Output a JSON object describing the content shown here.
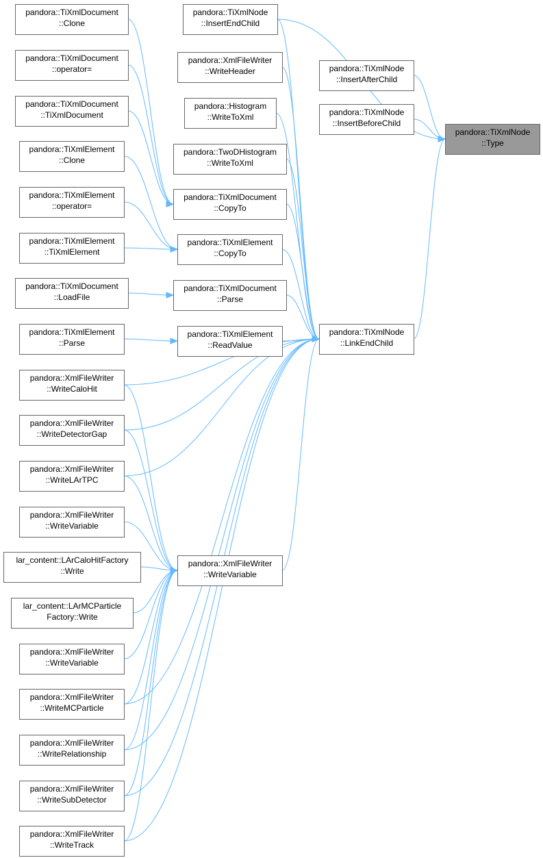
{
  "graph": {
    "colors": {
      "edge": "#63b8ff",
      "focus_fill": "#999999",
      "node_border": "#666666"
    },
    "nodes": [
      {
        "id": "type",
        "lines": [
          "pandora::TiXmlNode",
          "::Type"
        ],
        "focus": true
      },
      {
        "id": "insertEndChild",
        "lines": [
          "pandora::TiXmlNode",
          "::InsertEndChild"
        ]
      },
      {
        "id": "insertAfterChild",
        "lines": [
          "pandora::TiXmlNode",
          "::InsertAfterChild"
        ]
      },
      {
        "id": "insertBeforeChild",
        "lines": [
          "pandora::TiXmlNode",
          "::InsertBeforeChild"
        ]
      },
      {
        "id": "linkEndChild",
        "lines": [
          "pandora::TiXmlNode",
          "::LinkEndChild"
        ]
      },
      {
        "id": "docClone",
        "lines": [
          "pandora::TiXmlDocument",
          "::Clone"
        ]
      },
      {
        "id": "docOperator",
        "lines": [
          "pandora::TiXmlDocument",
          "::operator="
        ]
      },
      {
        "id": "docCtor",
        "lines": [
          "pandora::TiXmlDocument",
          "::TiXmlDocument"
        ]
      },
      {
        "id": "elClone",
        "lines": [
          "pandora::TiXmlElement",
          "::Clone"
        ]
      },
      {
        "id": "elOperator",
        "lines": [
          "pandora::TiXmlElement",
          "::operator="
        ]
      },
      {
        "id": "elCtor",
        "lines": [
          "pandora::TiXmlElement",
          "::TiXmlElement"
        ]
      },
      {
        "id": "docLoadFile",
        "lines": [
          "pandora::TiXmlDocument",
          "::LoadFile"
        ]
      },
      {
        "id": "elParse",
        "lines": [
          "pandora::TiXmlElement",
          "::Parse"
        ]
      },
      {
        "id": "writeHeader",
        "lines": [
          "pandora::XmlFileWriter",
          "::WriteHeader"
        ]
      },
      {
        "id": "histWriteToXml",
        "lines": [
          "pandora::Histogram",
          "::WriteToXml"
        ]
      },
      {
        "id": "twoDHistWriteToXml",
        "lines": [
          "pandora::TwoDHistogram",
          "::WriteToXml"
        ]
      },
      {
        "id": "docCopyTo",
        "lines": [
          "pandora::TiXmlDocument",
          "::CopyTo"
        ]
      },
      {
        "id": "elCopyTo",
        "lines": [
          "pandora::TiXmlElement",
          "::CopyTo"
        ]
      },
      {
        "id": "docParse",
        "lines": [
          "pandora::TiXmlDocument",
          "::Parse"
        ]
      },
      {
        "id": "elReadValue",
        "lines": [
          "pandora::TiXmlElement",
          "::ReadValue"
        ]
      },
      {
        "id": "writeCaloHit",
        "lines": [
          "pandora::XmlFileWriter",
          "::WriteCaloHit"
        ]
      },
      {
        "id": "writeDetectorGap",
        "lines": [
          "pandora::XmlFileWriter",
          "::WriteDetectorGap"
        ]
      },
      {
        "id": "writeLArTPC",
        "lines": [
          "pandora::XmlFileWriter",
          "::WriteLArTPC"
        ]
      },
      {
        "id": "writeVariableA",
        "lines": [
          "pandora::XmlFileWriter",
          "::WriteVariable"
        ]
      },
      {
        "id": "larCaloWrite",
        "lines": [
          "lar_content::LArCaloHitFactory",
          "::Write"
        ]
      },
      {
        "id": "larMCWrite",
        "lines": [
          "lar_content::LArMCParticle",
          "Factory::Write"
        ]
      },
      {
        "id": "writeVariableB",
        "lines": [
          "pandora::XmlFileWriter",
          "::WriteVariable"
        ]
      },
      {
        "id": "writeMCParticle",
        "lines": [
          "pandora::XmlFileWriter",
          "::WriteMCParticle"
        ]
      },
      {
        "id": "writeRelationship",
        "lines": [
          "pandora::XmlFileWriter",
          "::WriteRelationship"
        ]
      },
      {
        "id": "writeSubDetector",
        "lines": [
          "pandora::XmlFileWriter",
          "::WriteSubDetector"
        ]
      },
      {
        "id": "writeTrack",
        "lines": [
          "pandora::XmlFileWriter",
          "::WriteTrack"
        ]
      },
      {
        "id": "writeVariableMid",
        "lines": [
          "pandora::XmlFileWriter",
          "::WriteVariable"
        ]
      }
    ],
    "edges": [
      [
        "insertEndChild",
        "type"
      ],
      [
        "insertAfterChild",
        "type"
      ],
      [
        "insertBeforeChild",
        "type"
      ],
      [
        "linkEndChild",
        "type"
      ],
      [
        "docClone",
        "docCopyTo"
      ],
      [
        "docOperator",
        "docCopyTo"
      ],
      [
        "docCtor",
        "docCopyTo"
      ],
      [
        "elClone",
        "elCopyTo"
      ],
      [
        "elOperator",
        "elCopyTo"
      ],
      [
        "elCtor",
        "elCopyTo"
      ],
      [
        "docLoadFile",
        "docParse"
      ],
      [
        "elParse",
        "elReadValue"
      ],
      [
        "insertEndChild",
        "linkEndChild"
      ],
      [
        "writeHeader",
        "linkEndChild"
      ],
      [
        "histWriteToXml",
        "linkEndChild"
      ],
      [
        "twoDHistWriteToXml",
        "linkEndChild"
      ],
      [
        "docCopyTo",
        "linkEndChild"
      ],
      [
        "elCopyTo",
        "linkEndChild"
      ],
      [
        "docParse",
        "linkEndChild"
      ],
      [
        "elReadValue",
        "linkEndChild"
      ],
      [
        "writeCaloHit",
        "linkEndChild"
      ],
      [
        "writeDetectorGap",
        "linkEndChild"
      ],
      [
        "writeLArTPC",
        "linkEndChild"
      ],
      [
        "writeVariableMid",
        "linkEndChild"
      ],
      [
        "writeMCParticle",
        "linkEndChild"
      ],
      [
        "writeRelationship",
        "linkEndChild"
      ],
      [
        "writeSubDetector",
        "linkEndChild"
      ],
      [
        "writeTrack",
        "linkEndChild"
      ],
      [
        "writeCaloHit",
        "writeVariableMid"
      ],
      [
        "writeDetectorGap",
        "writeVariableMid"
      ],
      [
        "writeLArTPC",
        "writeVariableMid"
      ],
      [
        "writeVariableA",
        "writeVariableMid"
      ],
      [
        "larCaloWrite",
        "writeVariableMid"
      ],
      [
        "larMCWrite",
        "writeVariableMid"
      ],
      [
        "writeVariableB",
        "writeVariableMid"
      ],
      [
        "writeMCParticle",
        "writeVariableMid"
      ],
      [
        "writeRelationship",
        "writeVariableMid"
      ],
      [
        "writeSubDetector",
        "writeVariableMid"
      ],
      [
        "writeTrack",
        "writeVariableMid"
      ]
    ]
  }
}
